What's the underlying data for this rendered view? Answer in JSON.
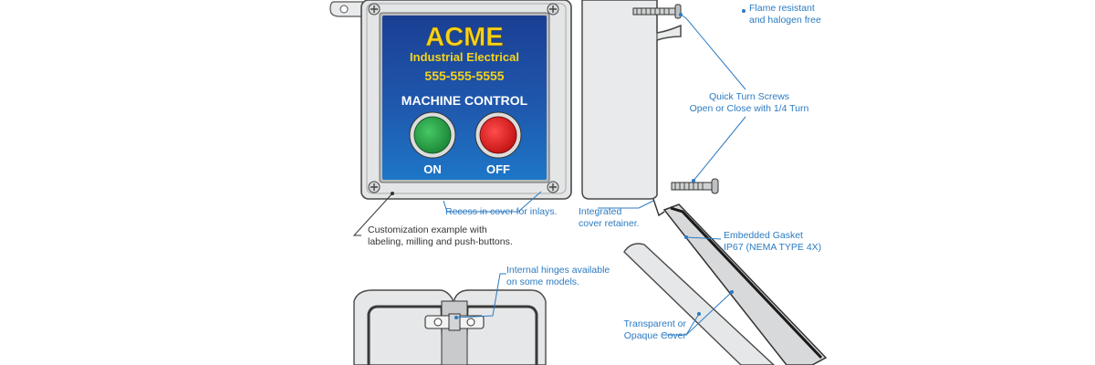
{
  "inlay": {
    "brand": "ACME",
    "company": "Industrial Electrical",
    "phone": "555-555-5555",
    "panel_title": "MACHINE CONTROL",
    "on_label": "ON",
    "off_label": "OFF"
  },
  "callouts": {
    "flame_line1": "Flame resistant",
    "flame_line2": "and halogen free",
    "screws_line1": "Quick Turn Screws",
    "screws_line2": "Open or Close with 1/4 Turn",
    "recess": "Recess in cover for inlays.",
    "custom_line1": "Customization example with",
    "custom_line2": "labeling, milling and push-buttons.",
    "retainer_line1": "Integrated",
    "retainer_line2": "cover retainer.",
    "gasket_line1": "Embedded Gasket",
    "gasket_line2": "IP67 (NEMA TYPE 4X)",
    "hinges_line1": "Internal hinges available",
    "hinges_line2": "on some models.",
    "cover_line1": "Transparent or",
    "cover_line2": "Opaque Cover"
  },
  "colors": {
    "callout_blue": "#2b7bc2",
    "inlay_blue": "#1d4fa1",
    "inlay_yellow": "#f6d21b",
    "button_green": "#2ea84a",
    "button_red": "#e52a2a",
    "enclosure_gray": "#e6e7e8"
  }
}
